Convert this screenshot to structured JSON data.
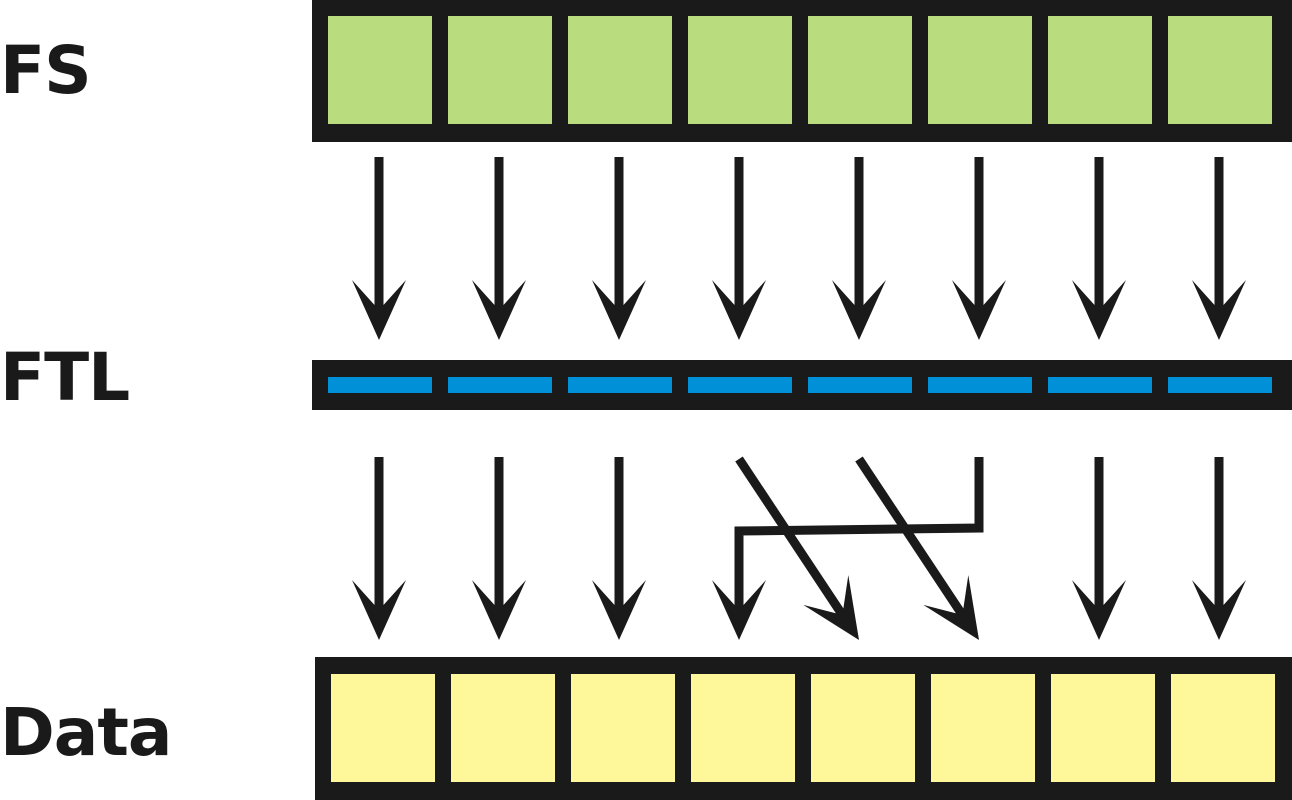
{
  "labels": {
    "fs": "FS",
    "ftl": "FTL",
    "data": "Data"
  },
  "layers": {
    "fs": {
      "blocks": 8,
      "fill": "#b9dc7e"
    },
    "ftl": {
      "blocks": 8,
      "fill": "#0090d8"
    },
    "data": {
      "blocks": 8,
      "fill": "#fef89b"
    }
  },
  "frame_color": "#1a1a1a",
  "mappings": {
    "fs_to_ftl": [
      0,
      1,
      2,
      3,
      4,
      5,
      6,
      7
    ],
    "ftl_to_data": [
      0,
      1,
      2,
      4,
      5,
      3,
      6,
      7
    ]
  }
}
